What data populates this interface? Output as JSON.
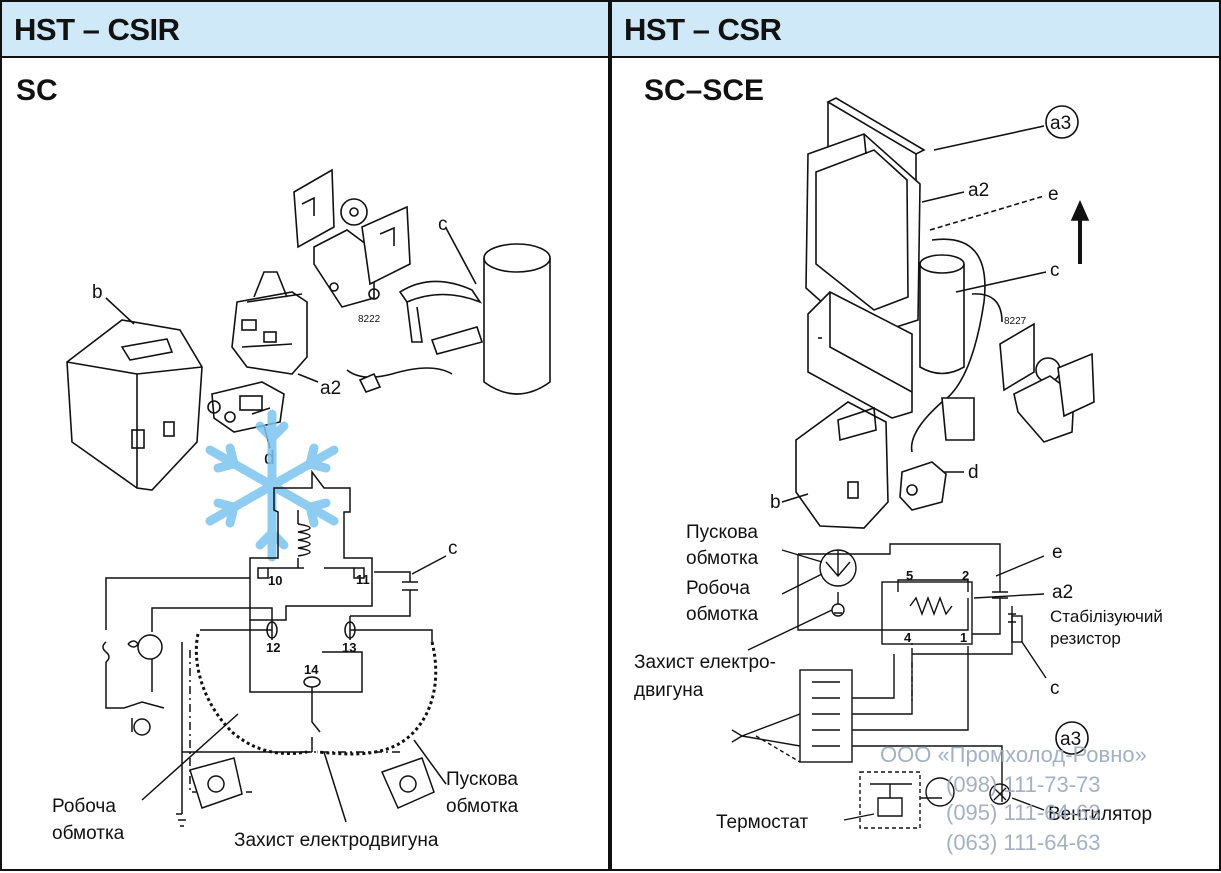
{
  "left": {
    "header": "HST – CSIR",
    "subtitle": "SC",
    "labels": {
      "b": "b",
      "c_top": "c",
      "a2": "a2",
      "d": "d",
      "code": "8222",
      "c_circ": "c",
      "n10": "10",
      "n11": "11",
      "n12": "12",
      "n13": "13",
      "n14": "14",
      "working_1": "Робоча",
      "working_2": "обмотка",
      "start_1": "Пускова",
      "start_2": "обмотка",
      "protection": "Захист електродвигуна"
    }
  },
  "right": {
    "header": "HST – CSR",
    "subtitle": "SC–SCE",
    "labels": {
      "a3": "a3",
      "a2": "a2",
      "e": "e",
      "c": "c",
      "code": "8227",
      "d": "d",
      "b": "b",
      "start_1": "Пускова",
      "start_2": "обмотка",
      "working_1": "Робоча",
      "working_2": "обмотка",
      "protect_1": "Захист електро-",
      "protect_2": "двигуна",
      "e2": "e",
      "a2b": "a2",
      "resistor_1": "Стабілізуючий",
      "resistor_2": "резистор",
      "c2": "c",
      "a3b": "a3",
      "thermostat": "Термостат",
      "fan": "Вентилятор",
      "n5": "5",
      "n2": "2",
      "n4": "4",
      "n1": "1"
    },
    "watermark": {
      "company": "ООО «Промхолод-Ровно»",
      "phone1": "(098) 111-73-73",
      "phone2": "(095) 111-64-63",
      "phone3": "(063) 111-64-63"
    }
  }
}
